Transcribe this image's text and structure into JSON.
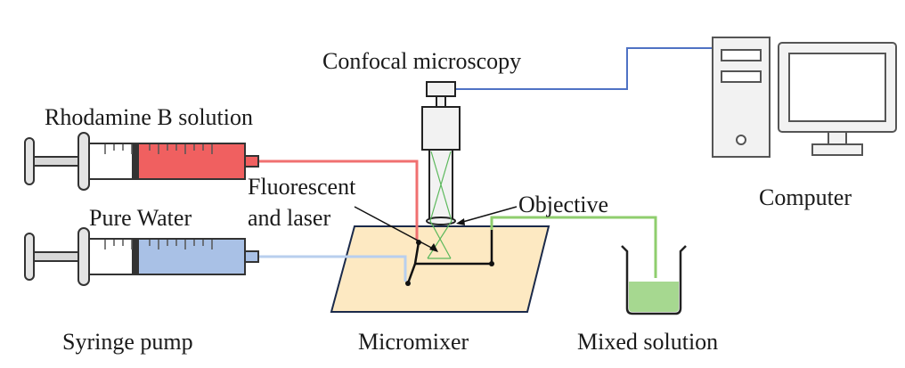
{
  "labels": {
    "confocal": "Confocal microscopy",
    "rhodamine": "Rhodamine B solution",
    "pure_water": "Pure Water",
    "fluorescent_line1": "Fluorescent",
    "fluorescent_line2": "and laser",
    "objective": "Objective",
    "computer": "Computer",
    "syringe_pump": "Syringe pump",
    "micromixer": "Micromixer",
    "mixed_solution": "Mixed solution"
  },
  "colors": {
    "rhodamine_fluid": "#f06060",
    "rhodamine_tube": "#f07070",
    "water_fluid": "#a9c1e6",
    "water_tube": "#b8cfee",
    "outlet_tube": "#8fce6e",
    "mixed_liquid": "#a6d890",
    "chip": "#fde9c2",
    "cable": "#4f72c4",
    "laser_cone": "#5bb85b"
  },
  "icons": {
    "syringe": "syringe-icon",
    "microscope": "microscope-icon",
    "computer": "computer-icon",
    "beaker": "beaker-icon",
    "chip": "micromixer-chip"
  }
}
